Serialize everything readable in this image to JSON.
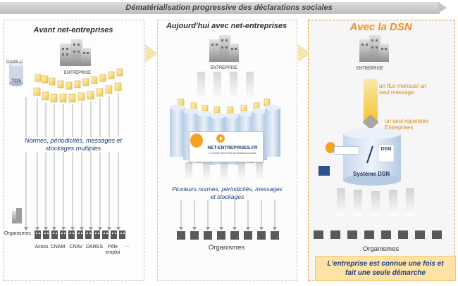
{
  "banner": {
    "title": "Dématérialisation progressive des déclarations sociales"
  },
  "panel_before": {
    "title": "Avant net-entreprises",
    "enterprise_label": "ENTREPRISE",
    "dads_label": "DADS-U",
    "tds_label": "TDS",
    "description": "Normes, périodicités, messages et stockages multiples",
    "organisms_label": "Organismes",
    "organisms": [
      "Acoss",
      "CNAM",
      "CNAV",
      "DARES",
      "Pôle emploi",
      "…"
    ]
  },
  "panel_today": {
    "title": "Aujourd'hui avec net-entreprises",
    "enterprise_label": "ENTREPRISE",
    "portal_name": "NET-ENTREPRISES.FR",
    "portal_tagline": "Le portail officiel des déclarations sociales",
    "description": "Plusieurs normes, périodicités, messages et stockages",
    "organisms_label": "Organismes"
  },
  "panel_dsn": {
    "title": "Avec la DSN",
    "enterprise_label": "ENTREPRISE",
    "flow_text": "un flux mensuel un seul message",
    "directory_text": "un seul répertoire Entreprises",
    "system_label": "Système DSN",
    "dsn_logo_text": "DSN",
    "organisms_label": "Organismes",
    "callout": "L'entreprise est connue une fois et fait une seule démarche"
  },
  "colors": {
    "accent_orange": "#f0911f",
    "dsn_yellow": "#f1c232",
    "callout_bg": "#ffe3a6",
    "text_blue": "#1f3f7a"
  }
}
